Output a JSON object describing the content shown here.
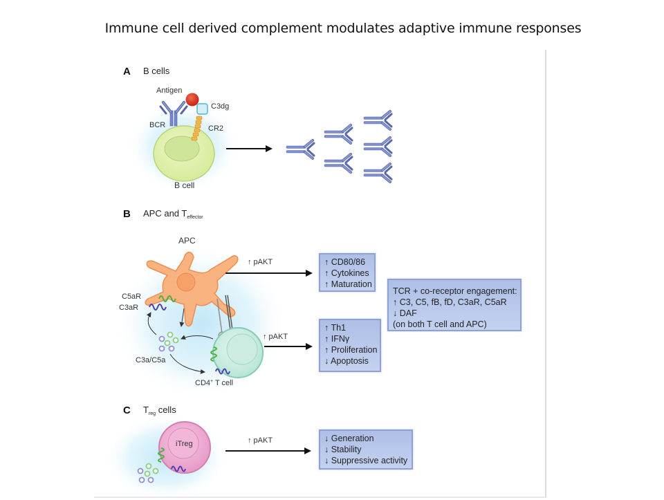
{
  "slide": {
    "title": "Immune cell derived complement modulates adaptive immune responses"
  },
  "panel_a": {
    "letter": "A",
    "heading": "B cells",
    "labels": {
      "antigen": "Antigen",
      "c3dg": "C3dg",
      "bcr": "BCR",
      "cr2": "CR2",
      "cell": "B cell"
    }
  },
  "panel_b": {
    "letter": "B",
    "heading_main": "APC and T",
    "heading_sub": "effector",
    "labels": {
      "apc": "APC",
      "c5ar": "C5aR",
      "c3ar": "C3aR",
      "c3a_c5a": "C3a/C5a",
      "tcell_main": "CD4",
      "tcell_sup": "+",
      "tcell_rest": " T cell",
      "pakt_top": "↑ pAKT",
      "pakt_bottom": "↑ pAKT"
    },
    "apc_effects": [
      "↑ CD80/86",
      "↑ Cytokines",
      "↑ Maturation"
    ],
    "tcell_effects": [
      "↑ Th1",
      "↑ IFNγ",
      "↑ Proliferation",
      "↓ Apoptosis"
    ],
    "tcr_box": [
      "TCR + co-receptor engagement:",
      "↑ C3, C5, fB, fD, C3aR, C5aR",
      "↓ DAF",
      "(on both T cell and APC)"
    ]
  },
  "panel_c": {
    "letter": "C",
    "heading_main": "T",
    "heading_sub": "reg",
    "heading_rest": " cells",
    "labels": {
      "cell": "iTreg",
      "pakt": "↑ pAKT"
    },
    "treg_effects": [
      "↓ Generation",
      "↓ Stability",
      "↓ Suppressive activity"
    ]
  }
}
